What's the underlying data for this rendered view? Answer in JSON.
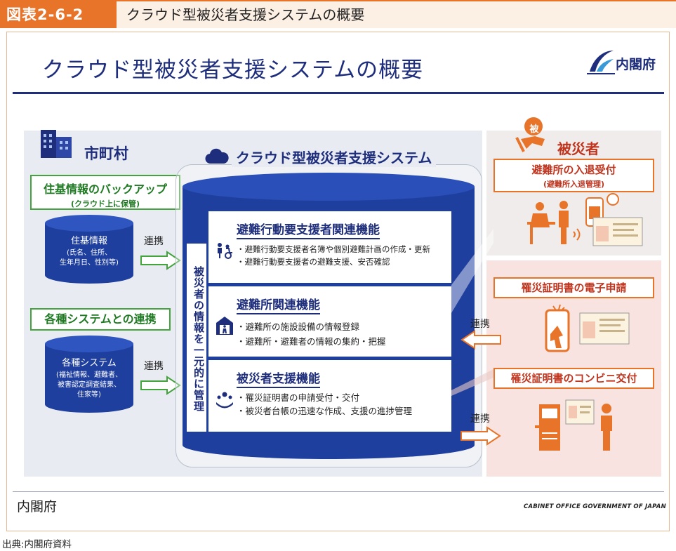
{
  "figure": {
    "tag": "図表2-6-2",
    "title": "クラウド型被災者支援システムの概要"
  },
  "slide": {
    "title": "クラウド型被災者支援システムの概要",
    "logo_text": "内閣府",
    "footer_left": "内閣府",
    "footer_right": "CABINET OFFICE GOVERNMENT OF JAPAN"
  },
  "municipality": {
    "label": "市町村",
    "backup": {
      "title": "住基情報のバックアップ",
      "subtitle": "(クラウド上に保管)"
    },
    "resident_db": {
      "name": "住基情報",
      "detail_1": "(氏名、住所、",
      "detail_2": "生年月日、性別等)"
    },
    "link_label_1": "連携",
    "systems": {
      "title": "各種システムとの連携"
    },
    "systems_db": {
      "name": "各種システム",
      "detail_1": "(福祉情報、避難者、",
      "detail_2": "被害認定調査結果、",
      "detail_3": "住家等)"
    },
    "link_label_2": "連携"
  },
  "cloud": {
    "title": "クラウド型被災者支援システム",
    "vertical_label": "被災者の情報を一元的に管理",
    "functions": [
      {
        "title": "避難行動要支援者関連機能",
        "items": [
          "・避難行動要支援者名簿や個別避難計画の作成・更新",
          "・避難行動要支援者の避難支援、安否確認"
        ]
      },
      {
        "title": "避難所関連機能",
        "items": [
          "・避難所の施設設備の情報登録",
          "・避難所・避難者の情報の集約・把握"
        ]
      },
      {
        "title": "被災者支援機能",
        "items": [
          "・罹災証明書の申請受付・交付",
          "・被災者台帳の迅速な作成、支援の進捗管理"
        ]
      }
    ]
  },
  "victims": {
    "badge": "被",
    "label": "被災者",
    "shelter": {
      "title": "避難所の入退受付",
      "subtitle": "(避難所入退管理)"
    },
    "e_application": "罹災証明書の電子申請",
    "link_label_in": "連携",
    "convenience": "罹災証明書のコンビニ交付",
    "link_label_out": "連携"
  },
  "colors": {
    "navy": "#1e2e7c",
    "orange": "#e8742a",
    "green": "#43a33c",
    "red": "#c0341e"
  },
  "source": "出典:内閣府資料"
}
